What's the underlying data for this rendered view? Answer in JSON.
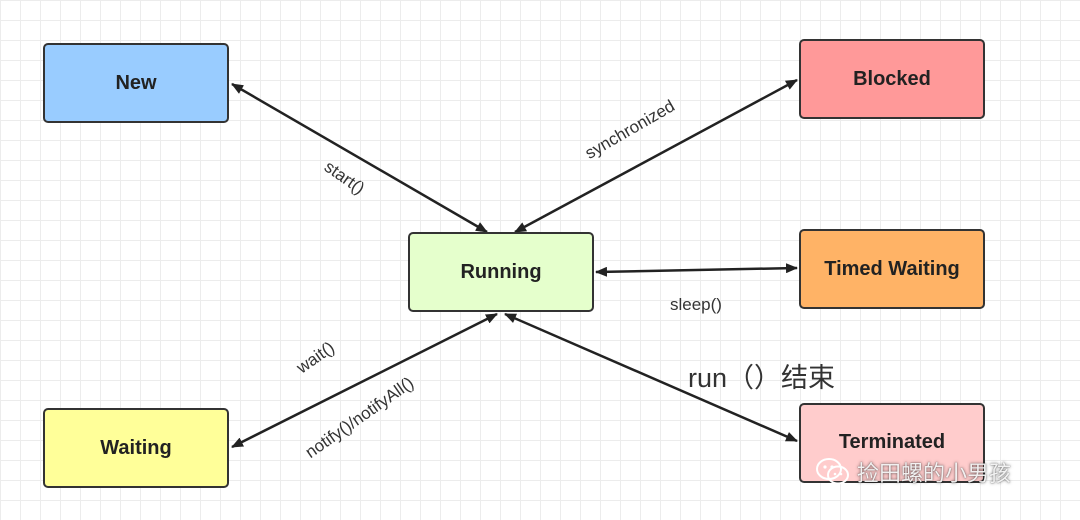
{
  "states": {
    "new": "New",
    "blocked": "Blocked",
    "running": "Running",
    "timed_waiting": "Timed Waiting",
    "waiting": "Waiting",
    "terminated": "Terminated"
  },
  "transitions": {
    "start": "start()",
    "synchronized": "synchronized",
    "sleep": "sleep()",
    "wait": "wait()",
    "notify": "notify()/notifyAll()",
    "run_end": "run（）结束"
  },
  "watermark": {
    "text": "捡田螺的小男孩",
    "icon": "wechat-icon"
  },
  "colors": {
    "new": "#99ccff",
    "blocked": "#ff9999",
    "running": "#e5ffcc",
    "timed_waiting": "#ffb366",
    "waiting": "#ffff99",
    "terminated": "#ffcccc"
  }
}
